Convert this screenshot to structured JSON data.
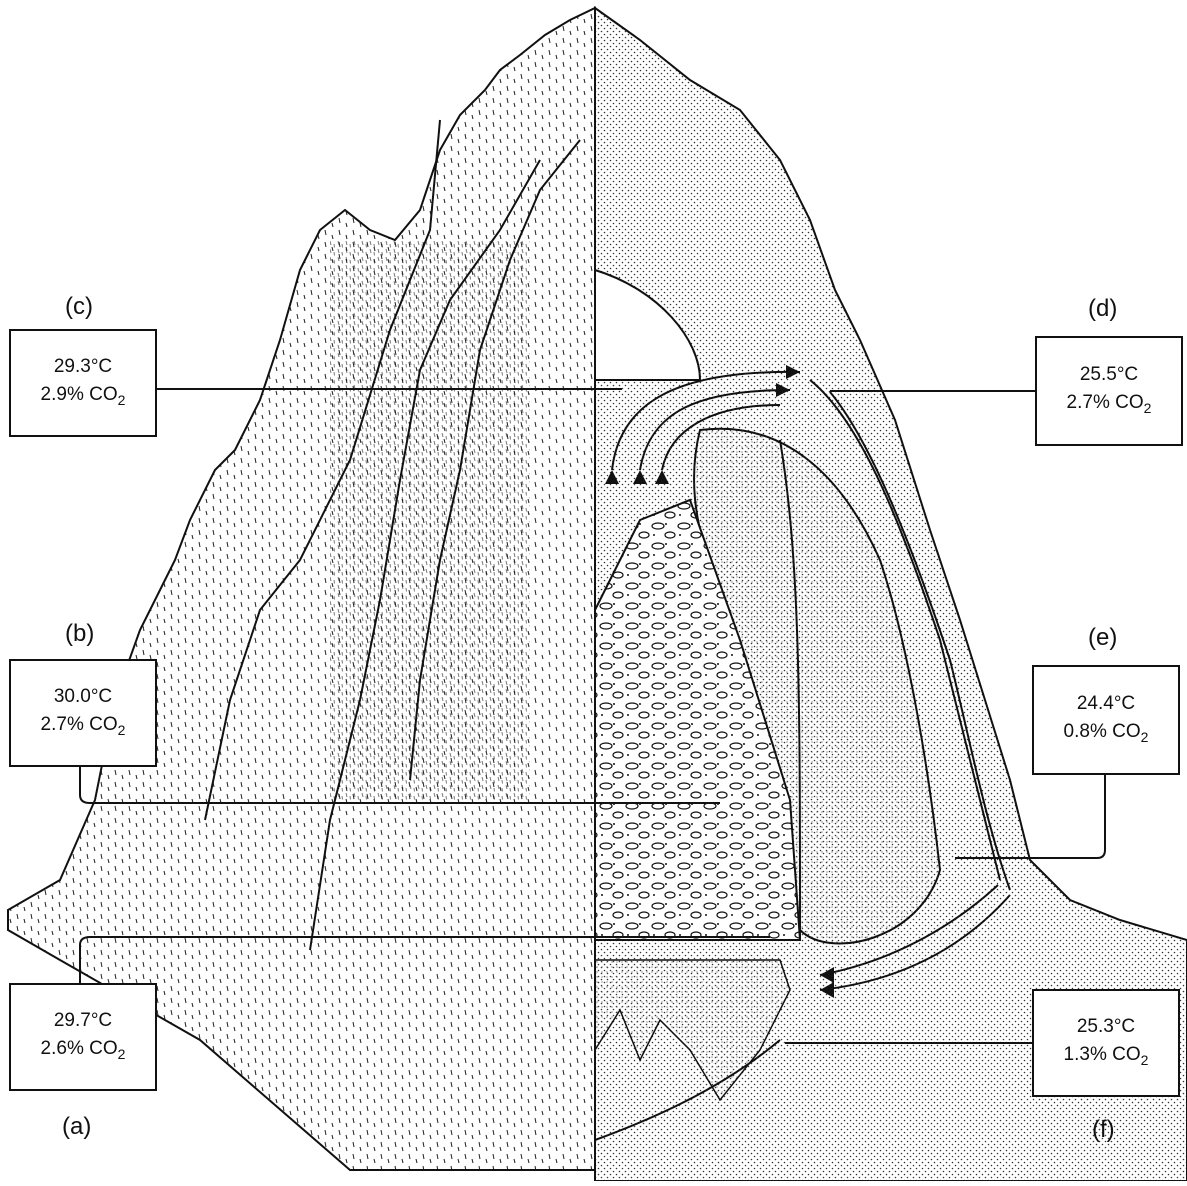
{
  "labels": {
    "a": {
      "tag": "(a)",
      "temp": "29.7°C",
      "co2_pct": "2.6%",
      "co2_unit": "CO",
      "co2_sub": "2"
    },
    "b": {
      "tag": "(b)",
      "temp": "30.0°C",
      "co2_pct": "2.7%",
      "co2_unit": "CO",
      "co2_sub": "2"
    },
    "c": {
      "tag": "(c)",
      "temp": "29.3°C",
      "co2_pct": "2.9%",
      "co2_unit": "CO",
      "co2_sub": "2"
    },
    "d": {
      "tag": "(d)",
      "temp": "25.5°C",
      "co2_pct": "2.7%",
      "co2_unit": "CO",
      "co2_sub": "2"
    },
    "e": {
      "tag": "(e)",
      "temp": "24.4°C",
      "co2_pct": "0.8%",
      "co2_unit": "CO",
      "co2_sub": "2"
    },
    "f": {
      "tag": "(f)",
      "temp": "25.3°C",
      "co2_pct": "1.3%",
      "co2_unit": "CO",
      "co2_sub": "2"
    }
  },
  "colors": {
    "ink": "#111111",
    "paper": "#ffffff",
    "stipple": "#555555"
  }
}
